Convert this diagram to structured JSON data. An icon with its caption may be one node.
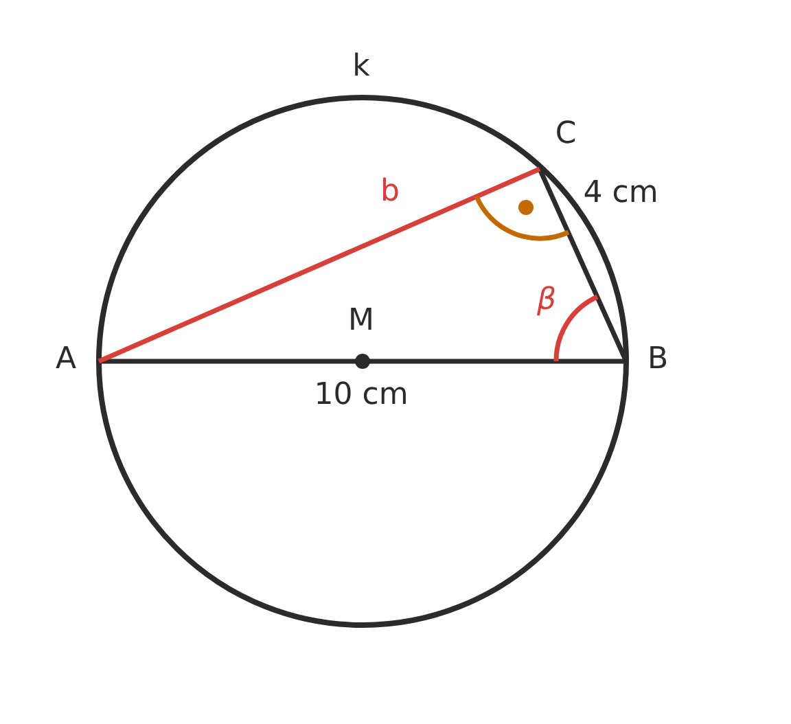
{
  "diagram": {
    "labels": [
      "k",
      "C",
      "b",
      "4 cm",
      "β",
      "M",
      "A",
      "B",
      "10 cm"
    ]
  }
}
